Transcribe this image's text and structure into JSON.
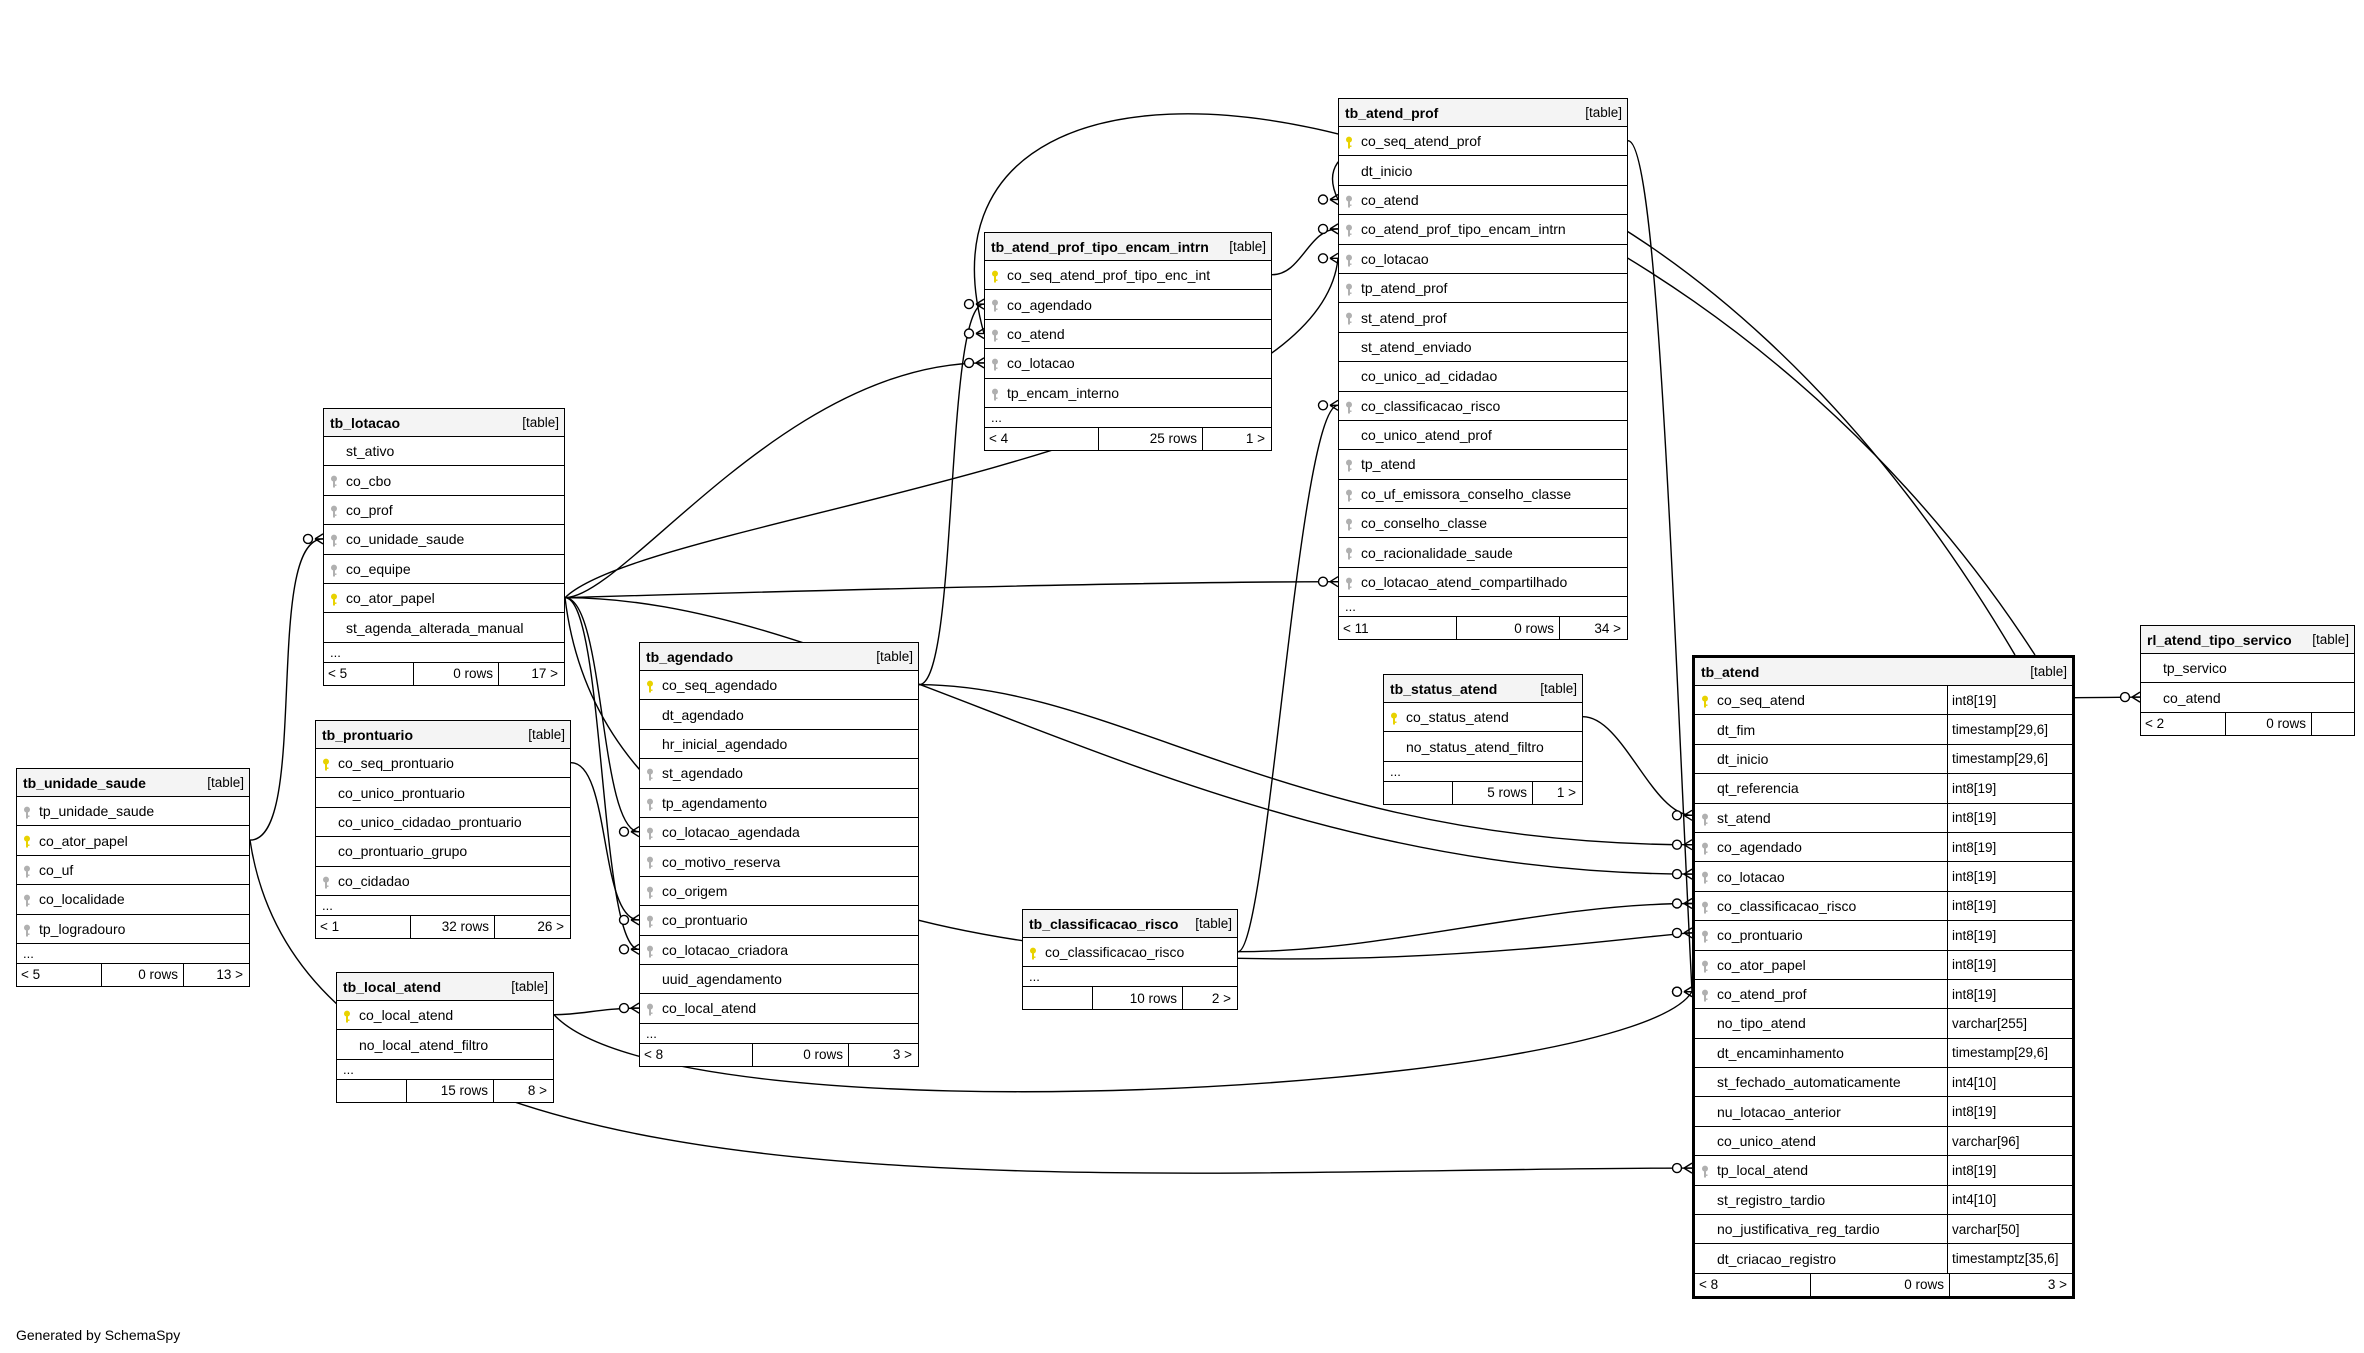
{
  "footer": "Generated by SchemaSpy",
  "colors": {
    "pk_key": "#e8d200",
    "fk_key": "#b0b0b0",
    "line": "#000000",
    "header_bg": "#f4f4f4"
  },
  "tables": [
    {
      "id": "tb_lotacao",
      "name": "tb_lotacao",
      "type": "[table]",
      "columns": [
        {
          "name": "st_ativo",
          "key": ""
        },
        {
          "name": "co_cbo",
          "key": "fk"
        },
        {
          "name": "co_prof",
          "key": "fk"
        },
        {
          "name": "co_unidade_saude",
          "key": "fk"
        },
        {
          "name": "co_equipe",
          "key": "fk"
        },
        {
          "name": "co_ator_papel",
          "key": "pk"
        },
        {
          "name": "st_agenda_alterada_manual",
          "key": ""
        }
      ],
      "ellipsis": "...",
      "footer": {
        "parents": "< 5",
        "rows": "0 rows",
        "children": "17 >"
      }
    },
    {
      "id": "tb_unidade_saude",
      "name": "tb_unidade_saude",
      "type": "[table]",
      "columns": [
        {
          "name": "tp_unidade_saude",
          "key": "fk"
        },
        {
          "name": "co_ator_papel",
          "key": "pk"
        },
        {
          "name": "co_uf",
          "key": "fk"
        },
        {
          "name": "co_localidade",
          "key": "fk"
        },
        {
          "name": "tp_logradouro",
          "key": "fk"
        }
      ],
      "ellipsis": "...",
      "footer": {
        "parents": "< 5",
        "rows": "0 rows",
        "children": "13 >"
      }
    },
    {
      "id": "tb_prontuario",
      "name": "tb_prontuario",
      "type": "[table]",
      "columns": [
        {
          "name": "co_seq_prontuario",
          "key": "pk"
        },
        {
          "name": "co_unico_prontuario",
          "key": ""
        },
        {
          "name": "co_unico_cidadao_prontuario",
          "key": ""
        },
        {
          "name": "co_prontuario_grupo",
          "key": ""
        },
        {
          "name": "co_cidadao",
          "key": "fk"
        }
      ],
      "ellipsis": "...",
      "footer": {
        "parents": "< 1",
        "rows": "32 rows",
        "children": "26 >"
      }
    },
    {
      "id": "tb_local_atend",
      "name": "tb_local_atend",
      "type": "[table]",
      "columns": [
        {
          "name": "co_local_atend",
          "key": "pk"
        },
        {
          "name": "no_local_atend_filtro",
          "key": ""
        }
      ],
      "ellipsis": "...",
      "footer": {
        "parents": "",
        "rows": "15 rows",
        "children": "8 >"
      }
    },
    {
      "id": "tb_agendado",
      "name": "tb_agendado",
      "type": "[table]",
      "columns": [
        {
          "name": "co_seq_agendado",
          "key": "pk"
        },
        {
          "name": "dt_agendado",
          "key": ""
        },
        {
          "name": "hr_inicial_agendado",
          "key": ""
        },
        {
          "name": "st_agendado",
          "key": "fk"
        },
        {
          "name": "tp_agendamento",
          "key": "fk"
        },
        {
          "name": "co_lotacao_agendada",
          "key": "fk"
        },
        {
          "name": "co_motivo_reserva",
          "key": "fk"
        },
        {
          "name": "co_origem",
          "key": "fk"
        },
        {
          "name": "co_prontuario",
          "key": "fk"
        },
        {
          "name": "co_lotacao_criadora",
          "key": "fk"
        },
        {
          "name": "uuid_agendamento",
          "key": ""
        },
        {
          "name": "co_local_atend",
          "key": "fk"
        }
      ],
      "ellipsis": "...",
      "footer": {
        "parents": "< 8",
        "rows": "0 rows",
        "children": "3 >"
      }
    },
    {
      "id": "tb_atend_prof_tipo_encam_intrn",
      "name": "tb_atend_prof_tipo_encam_intrn",
      "type": "[table]",
      "columns": [
        {
          "name": "co_seq_atend_prof_tipo_enc_int",
          "key": "pk"
        },
        {
          "name": "co_agendado",
          "key": "fk"
        },
        {
          "name": "co_atend",
          "key": "fk"
        },
        {
          "name": "co_lotacao",
          "key": "fk"
        },
        {
          "name": "tp_encam_interno",
          "key": "fk"
        }
      ],
      "ellipsis": "...",
      "footer": {
        "parents": "< 4",
        "rows": "25 rows",
        "children": "1 >"
      }
    },
    {
      "id": "tb_classificacao_risco",
      "name": "tb_classificacao_risco",
      "type": "[table]",
      "columns": [
        {
          "name": "co_classificacao_risco",
          "key": "pk"
        }
      ],
      "ellipsis": "...",
      "footer": {
        "parents": "",
        "rows": "10 rows",
        "children": "2 >"
      }
    },
    {
      "id": "tb_atend_prof",
      "name": "tb_atend_prof",
      "type": "[table]",
      "columns": [
        {
          "name": "co_seq_atend_prof",
          "key": "pk"
        },
        {
          "name": "dt_inicio",
          "key": ""
        },
        {
          "name": "co_atend",
          "key": "fk"
        },
        {
          "name": "co_atend_prof_tipo_encam_intrn",
          "key": "fk"
        },
        {
          "name": "co_lotacao",
          "key": "fk"
        },
        {
          "name": "tp_atend_prof",
          "key": "fk"
        },
        {
          "name": "st_atend_prof",
          "key": "fk"
        },
        {
          "name": "st_atend_enviado",
          "key": ""
        },
        {
          "name": "co_unico_ad_cidadao",
          "key": ""
        },
        {
          "name": "co_classificacao_risco",
          "key": "fk"
        },
        {
          "name": "co_unico_atend_prof",
          "key": ""
        },
        {
          "name": "tp_atend",
          "key": "fk"
        },
        {
          "name": "co_uf_emissora_conselho_classe",
          "key": "fk"
        },
        {
          "name": "co_conselho_classe",
          "key": "fk"
        },
        {
          "name": "co_racionalidade_saude",
          "key": "fk"
        },
        {
          "name": "co_lotacao_atend_compartilhado",
          "key": "fk"
        }
      ],
      "ellipsis": "...",
      "footer": {
        "parents": "< 11",
        "rows": "0 rows",
        "children": "34 >"
      }
    },
    {
      "id": "tb_status_atend",
      "name": "tb_status_atend",
      "type": "[table]",
      "columns": [
        {
          "name": "co_status_atend",
          "key": "pk"
        },
        {
          "name": "no_status_atend_filtro",
          "key": ""
        }
      ],
      "ellipsis": "...",
      "footer": {
        "parents": "",
        "rows": "5 rows",
        "children": "1 >"
      }
    },
    {
      "id": "tb_atend",
      "name": "tb_atend",
      "type": "[table]",
      "focus": true,
      "columns": [
        {
          "name": "co_seq_atend",
          "key": "pk",
          "dtype": "int8[19]"
        },
        {
          "name": "dt_fim",
          "key": "",
          "dtype": "timestamp[29,6]"
        },
        {
          "name": "dt_inicio",
          "key": "",
          "dtype": "timestamp[29,6]"
        },
        {
          "name": "qt_referencia",
          "key": "",
          "dtype": "int8[19]"
        },
        {
          "name": "st_atend",
          "key": "fk",
          "dtype": "int8[19]"
        },
        {
          "name": "co_agendado",
          "key": "fk",
          "dtype": "int8[19]"
        },
        {
          "name": "co_lotacao",
          "key": "fk",
          "dtype": "int8[19]"
        },
        {
          "name": "co_classificacao_risco",
          "key": "fk",
          "dtype": "int8[19]"
        },
        {
          "name": "co_prontuario",
          "key": "fk",
          "dtype": "int8[19]"
        },
        {
          "name": "co_ator_papel",
          "key": "fk",
          "dtype": "int8[19]"
        },
        {
          "name": "co_atend_prof",
          "key": "fk",
          "dtype": "int8[19]"
        },
        {
          "name": "no_tipo_atend",
          "key": "",
          "dtype": "varchar[255]"
        },
        {
          "name": "dt_encaminhamento",
          "key": "",
          "dtype": "timestamp[29,6]"
        },
        {
          "name": "st_fechado_automaticamente",
          "key": "",
          "dtype": "int4[10]"
        },
        {
          "name": "nu_lotacao_anterior",
          "key": "",
          "dtype": "int8[19]"
        },
        {
          "name": "co_unico_atend",
          "key": "",
          "dtype": "varchar[96]"
        },
        {
          "name": "tp_local_atend",
          "key": "fk",
          "dtype": "int8[19]"
        },
        {
          "name": "st_registro_tardio",
          "key": "",
          "dtype": "int4[10]"
        },
        {
          "name": "no_justificativa_reg_tardio",
          "key": "",
          "dtype": "varchar[50]"
        },
        {
          "name": "dt_criacao_registro",
          "key": "",
          "dtype": "timestamptz[35,6]"
        }
      ],
      "ellipsis": "",
      "footer": {
        "parents": "< 8",
        "rows": "0 rows",
        "children": "3 >"
      }
    },
    {
      "id": "rl_atend_tipo_servico",
      "name": "rl_atend_tipo_servico",
      "type": "[table]",
      "columns": [
        {
          "name": "tp_servico",
          "key": ""
        },
        {
          "name": "co_atend",
          "key": ""
        }
      ],
      "ellipsis": "",
      "footer": {
        "parents": "< 2",
        "rows": "0 rows",
        "children": ""
      }
    }
  ]
}
